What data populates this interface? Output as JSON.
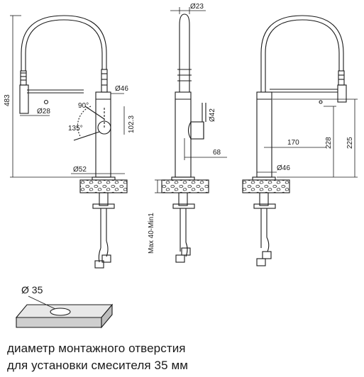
{
  "dimensions": {
    "height_total": "483",
    "spout_diameter": "Ø23",
    "body_diameter_top": "Ø46",
    "aerator_diameter": "Ø28",
    "base_diameter": "Ø52",
    "angle_90": "90°",
    "angle_135": "135°",
    "lever_offset": "102.3",
    "lever_diameter": "Ø42",
    "lever_reach": "68",
    "max_thickness": "Max 40-Min1",
    "spout_reach": "170",
    "outlet_height": "228",
    "body_height": "225",
    "body_diameter_right": "Ø46",
    "hole_diameter": "Ø 35"
  },
  "caption": {
    "line1": "диаметр монтажного отверстия",
    "line2": "для установки смесителя 35 мм"
  }
}
